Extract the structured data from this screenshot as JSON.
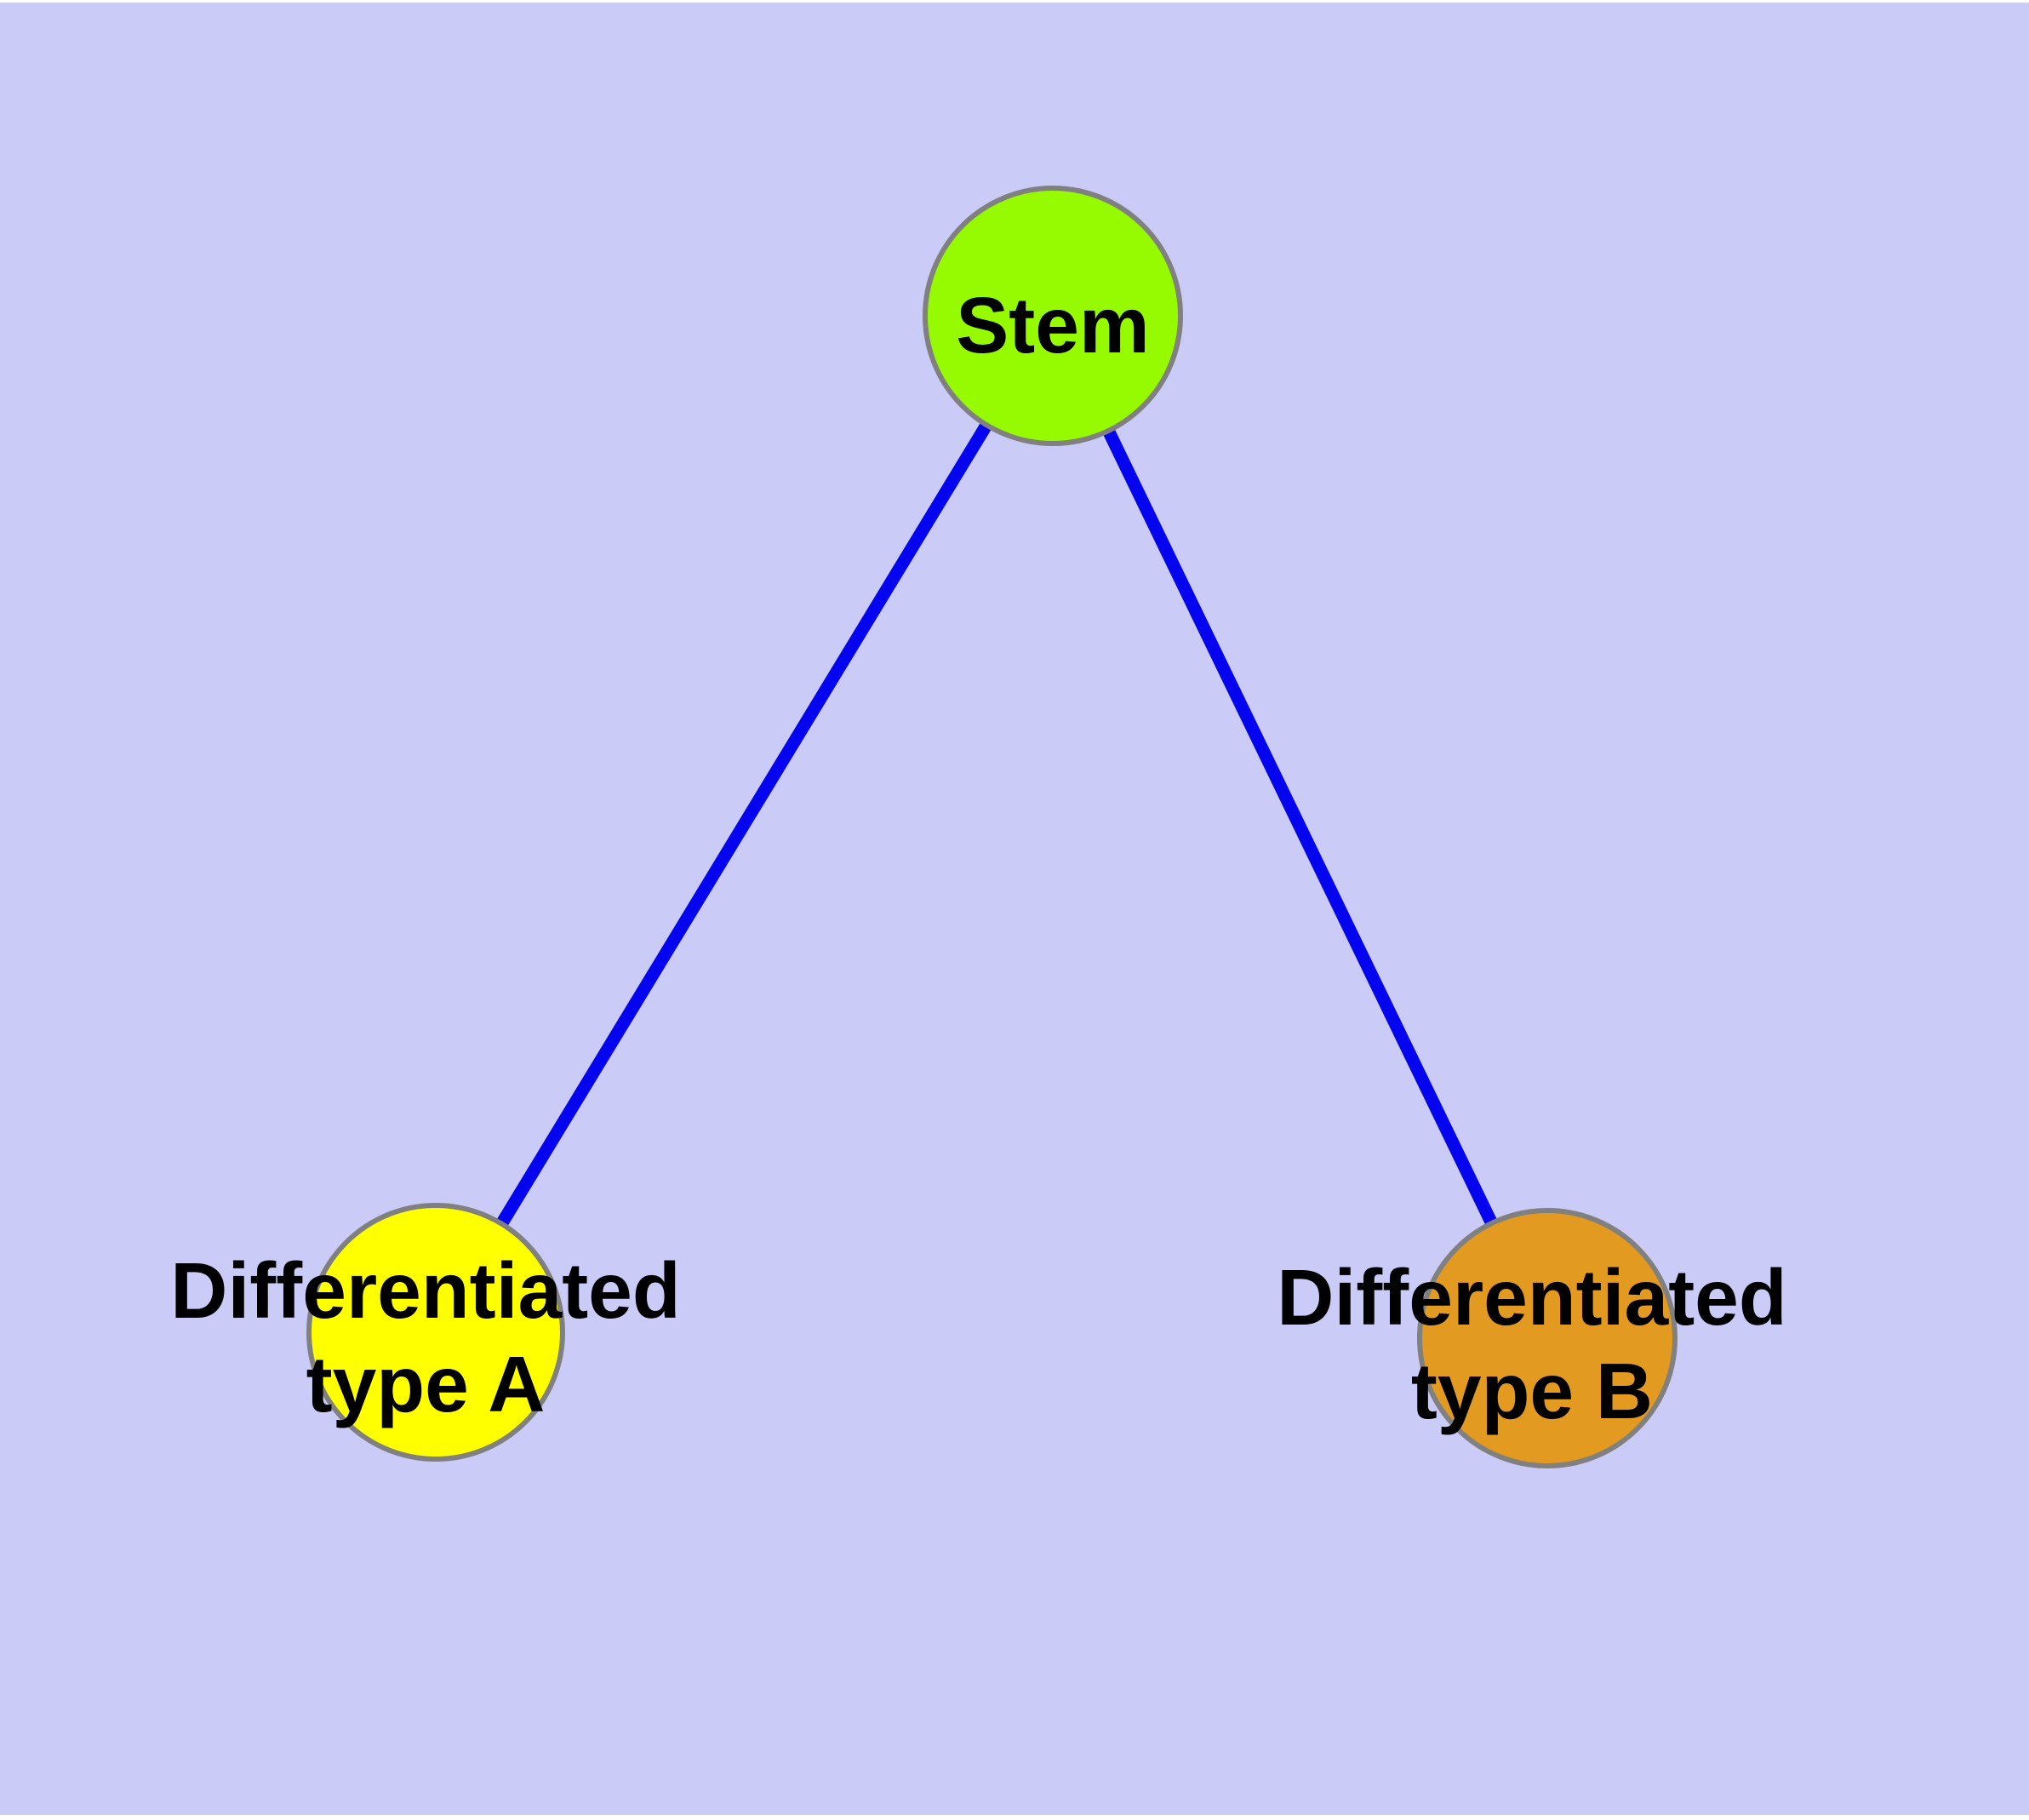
{
  "diagram": {
    "background_color": "#cbcbf8",
    "edge_color": "#0404ee",
    "node_border_color": "#808080",
    "text_color": "#000000",
    "nodes": [
      {
        "id": "stem",
        "label": "Stem",
        "fill": "#96fa00"
      },
      {
        "id": "differentiated-type-a",
        "label": "Differentiated type A",
        "label_lines": [
          "Differentiated",
          "type A"
        ],
        "fill": "#ffff00"
      },
      {
        "id": "differentiated-type-b",
        "label": "Differentiated type B",
        "label_lines": [
          "Differentiated",
          "type B"
        ],
        "fill": "#e39a20"
      }
    ],
    "edges": [
      {
        "from": "Stem",
        "to": "Differentiated type A"
      },
      {
        "from": "Stem",
        "to": "Differentiated type B"
      }
    ]
  }
}
